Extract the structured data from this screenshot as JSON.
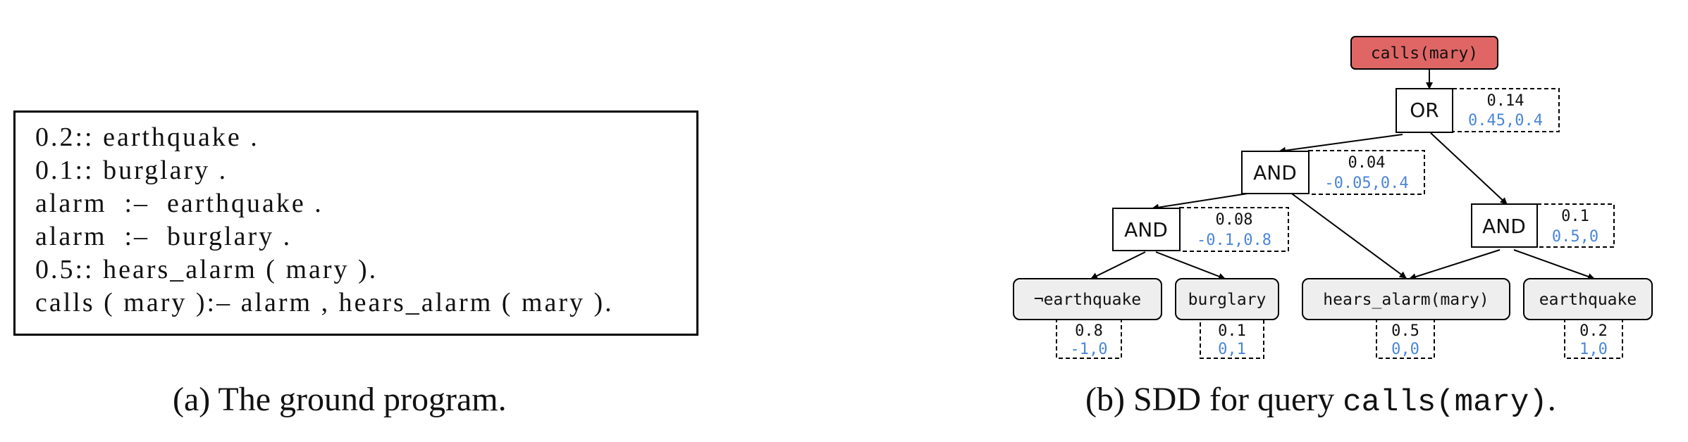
{
  "program": {
    "lines": [
      "0.2:: earthquake .",
      "0.1:: burglary .",
      "alarm  :–  earthquake .",
      "alarm  :–  burglary .",
      "0.5:: hears_alarm ( mary ).",
      "calls ( mary ):– alarm , hears_alarm ( mary )."
    ],
    "caption": "(a) The ground program."
  },
  "sdd": {
    "caption_prefix": "(b) SDD for query ",
    "caption_code": "calls(mary)",
    "caption_suffix": ".",
    "colors": {
      "query_fill": "#e06666",
      "leaf_fill": "#eeeeee",
      "gradient_text": "#4a86d8"
    },
    "query": {
      "label": "calls(mary)"
    },
    "or_node": {
      "label": "OR",
      "prob": "0.14",
      "grad": "0.45,0.4"
    },
    "and_top": {
      "label": "AND",
      "prob": "0.04",
      "grad": "-0.05,0.4"
    },
    "and_left": {
      "label": "AND",
      "prob": "0.08",
      "grad": "-0.1,0.8"
    },
    "and_right": {
      "label": "AND",
      "prob": "0.1",
      "grad": "0.5,0"
    },
    "leaves": [
      {
        "label": "¬earthquake",
        "prob": "0.8",
        "grad": "-1,0"
      },
      {
        "label": "burglary",
        "prob": "0.1",
        "grad": "0,1"
      },
      {
        "label": "hears_alarm(mary)",
        "prob": "0.5",
        "grad": "0,0"
      },
      {
        "label": "earthquake",
        "prob": "0.2",
        "grad": "1,0"
      }
    ]
  }
}
